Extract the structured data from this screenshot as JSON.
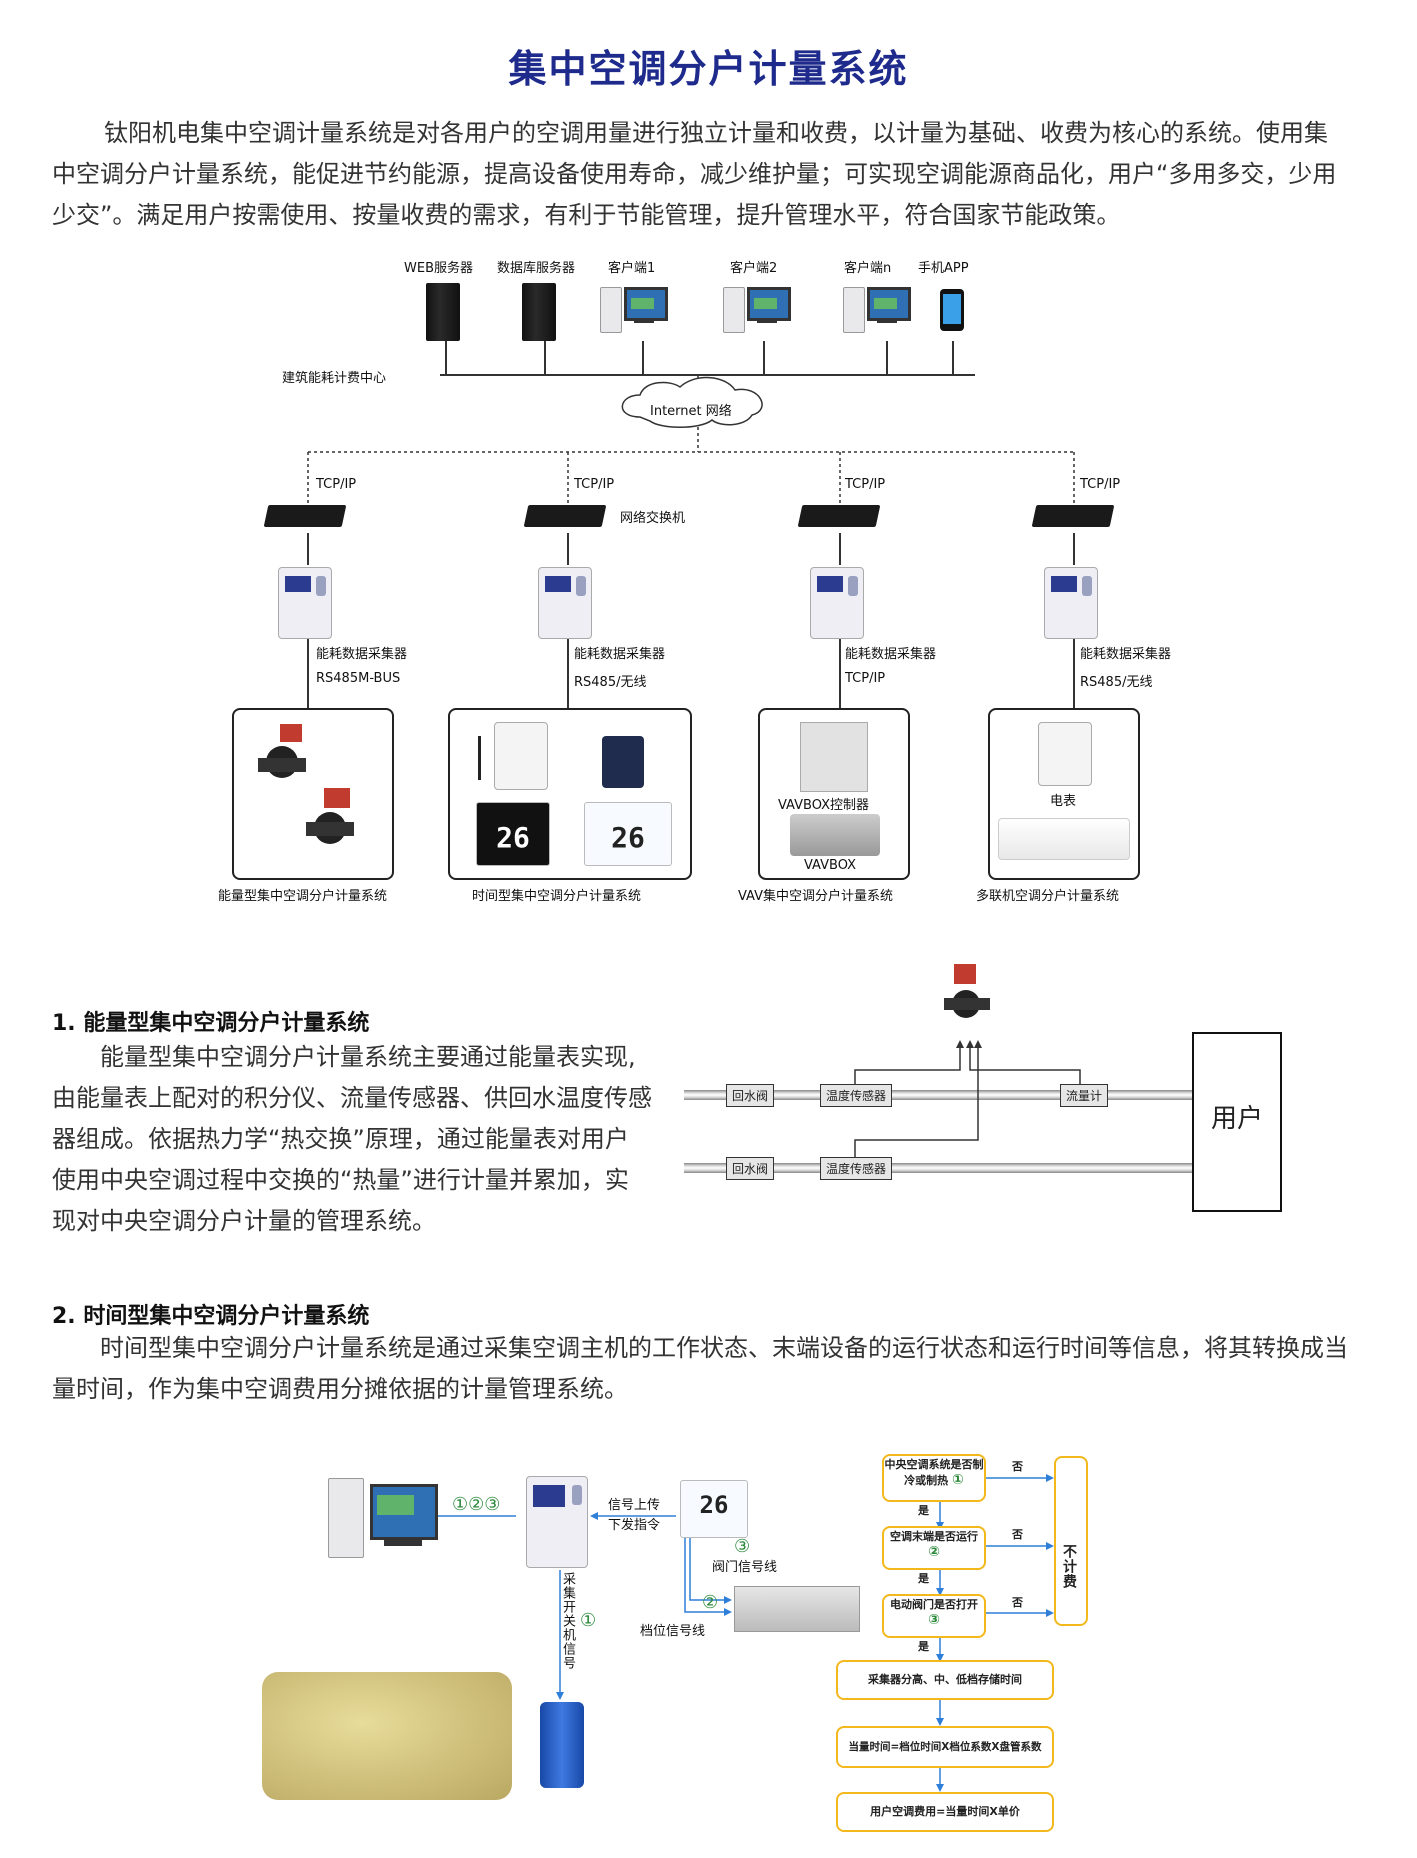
{
  "page": {
    "title": "集中空调分户计量系统",
    "intro": "钛阳机电集中空调计量系统是对各用户的空调用量进行独立计量和收费，以计量为基础、收费为核心的系统。使用集中空调分户计量系统，能促进节约能源，提高设备使用寿命，减少维护量；可实现空调能源商品化，用户“多用多交，少用少交”。满足用户按需使用、按量收费的需求，有利于节能管理，提升管理水平，符合国家节能政策。"
  },
  "network": {
    "devices": [
      "WEB服务器",
      "数据库服务器",
      "客户端1",
      "客户端2",
      "客户端n",
      "手机APP"
    ],
    "center_label": "建筑能耗计费中心",
    "cloud_label": "Internet 网络",
    "switch_label": "网络交换机",
    "branches": [
      {
        "protocol": "TCP/IP",
        "collector": "能耗数据采集器",
        "bus": "RS485M-BUS",
        "caption": "能量型集中空调分户计量系统"
      },
      {
        "protocol": "TCP/IP",
        "collector": "能耗数据采集器",
        "bus": "RS485/无线",
        "caption": "时间型集中空调分户计量系统",
        "temp1": "26",
        "temp2": "26"
      },
      {
        "protocol": "TCP/IP",
        "collector": "能耗数据采集器",
        "bus": "TCP/IP",
        "caption": "VAV集中空调分户计量系统",
        "item1": "VAVBOX控制器",
        "item2": "VAVBOX"
      },
      {
        "protocol": "TCP/IP",
        "collector": "能耗数据采集器",
        "bus": "RS485/无线",
        "caption": "多联机空调分户计量系统",
        "item1": "电表"
      }
    ]
  },
  "section1": {
    "heading": "1. 能量型集中空调分户计量系统",
    "body": "能量型集中空调分户计量系统主要通过能量表实现,由能量表上配对的积分仪、流量传感器、供回水温度传感器组成。依据热力学“热交换”原理，通过能量表对用户使用中央空调过程中交换的“热量”进行计量并累加，实现对中央空调分户计量的管理系统。",
    "tags": {
      "valve_top": "回水阀",
      "temp_top": "温度传感器",
      "flow": "流量计",
      "valve_bottom": "回水阀",
      "temp_bottom": "温度传感器"
    },
    "user": "用户"
  },
  "section2": {
    "heading": "2. 时间型集中空调分户计量系统",
    "body": "时间型集中空调分户计量系统是通过采集空调主机的工作状态、末端设备的运行状态和运行时间等信息，将其转换成当量时间，作为集中空调费用分摊依据的计量管理系统。",
    "diagram": {
      "circled_all": "①②③",
      "signal_up": "信号上传",
      "cmd_down": "下发指令",
      "tstat_temp": "26",
      "c3": "③",
      "valve_line": "阀门信号线",
      "c2": "②",
      "gear_line": "档位信号线",
      "collect_label": "采集开关机信号",
      "c1": "①"
    },
    "flow": {
      "q1": "中央空调系统是否制冷或制热",
      "q2": "空调末端是否运行",
      "q3": "电动阀门是否打开",
      "no": "否",
      "yes": "是",
      "not_charge": "不计费",
      "s1": "采集器分高、中、低档存储时间",
      "s2": "当量时间=档位时间X档位系数X盘管系数",
      "s3": "用户空调费用=当量时间X单价",
      "n1": "①",
      "n2": "②",
      "n3": "③"
    }
  }
}
